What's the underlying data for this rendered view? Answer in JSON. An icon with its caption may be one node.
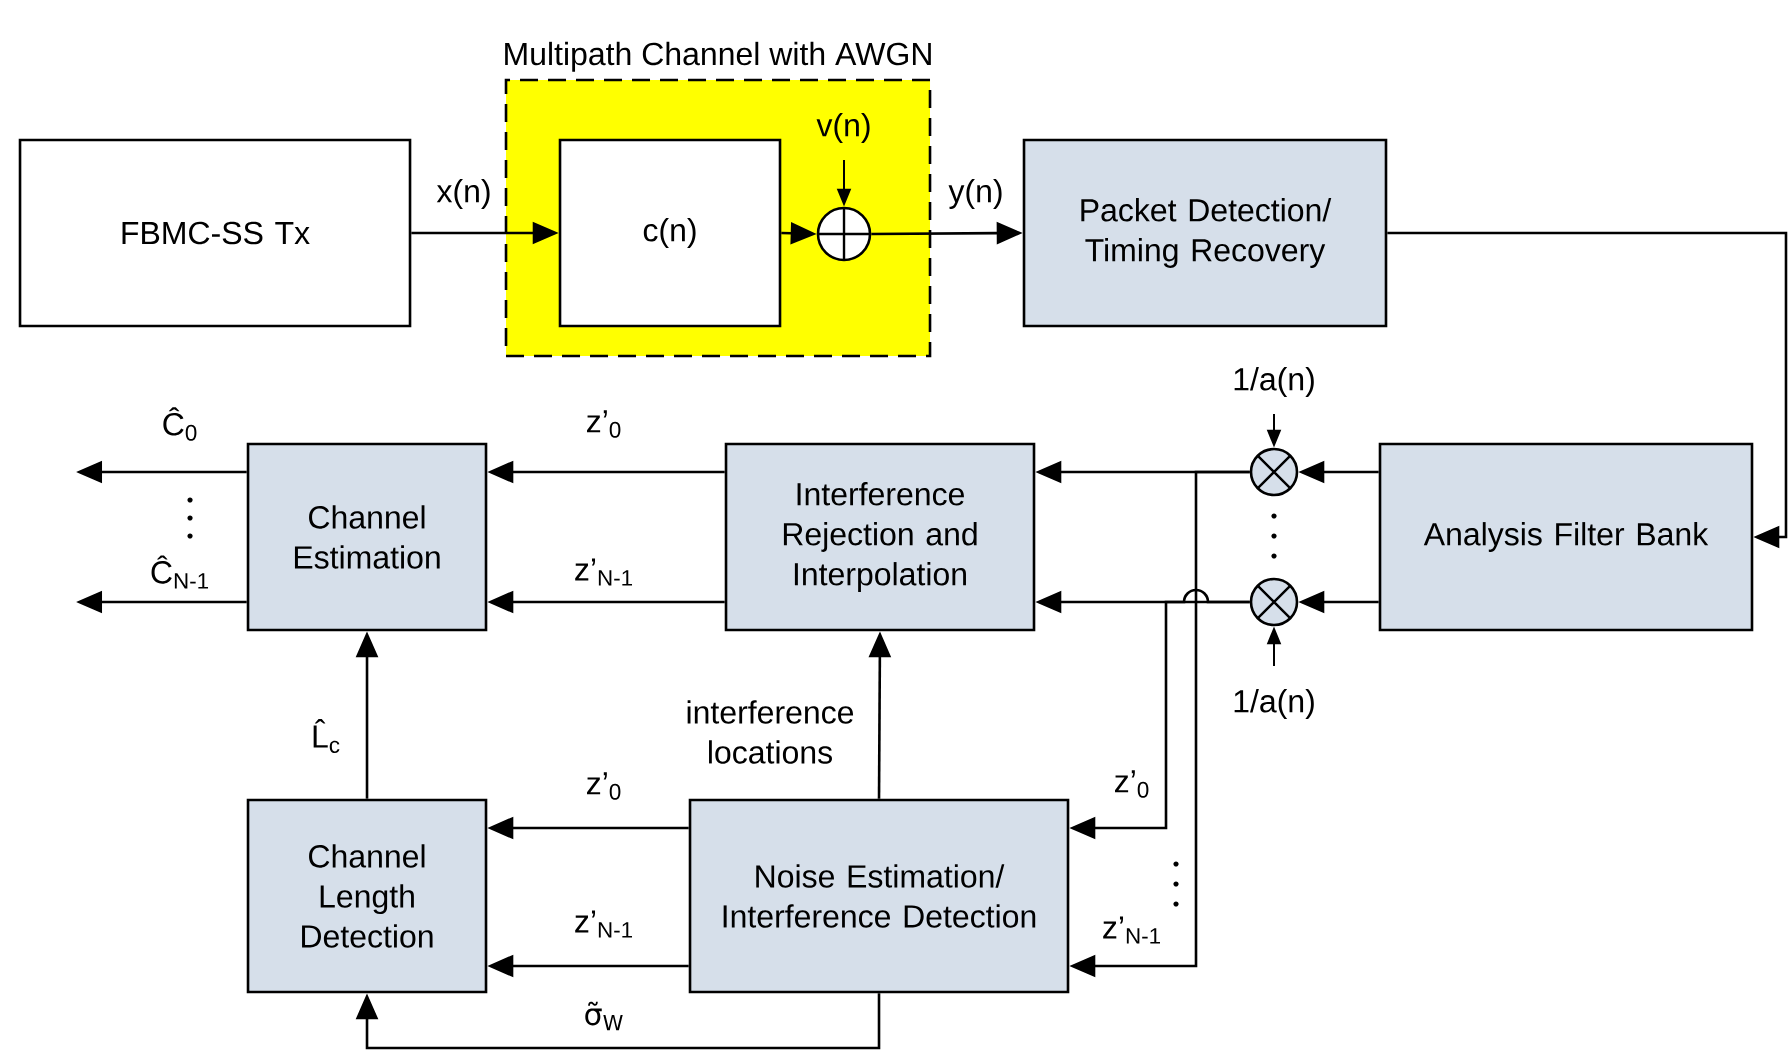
{
  "diagram": {
    "nodes": [
      {
        "text": [
          "FBMC-SS Tx"
        ]
      },
      {
        "text": [
          "Multipath Channel with AWGN"
        ]
      },
      {
        "text": [
          "c(n)"
        ],
        "in": 1
      },
      {
        "text": [],
        "shape": "circle",
        "in": 1
      },
      {
        "text": [
          "Packet Detection/ Timing Recovery"
        ]
      },
      {
        "text": [
          "Channel Estimation"
        ]
      },
      {
        "text": [
          "Interference Rejection and Interpolation"
        ]
      },
      {
        "text": [],
        "shape": "circle"
      },
      {
        "text": [],
        "shape": "circle"
      },
      {
        "text": [
          "Analysis Filter Bank"
        ]
      },
      {
        "text": [
          "Channel Length Detection"
        ]
      },
      {
        "text": [
          "Noise Estimation/ Interference Detection"
        ]
      }
    ],
    "edges": [
      {
        "from": 0,
        "to": 2,
        "arrow": "to",
        "label": "x(n)"
      },
      {
        "from": 2,
        "to": 3,
        "arrow": "to"
      },
      {
        "from": null,
        "to": 3,
        "arrow": "to",
        "label": "v(n)"
      },
      {
        "from": 3,
        "to": 4,
        "arrow": "to",
        "label": "y(n)"
      },
      {
        "from": 4,
        "to": 9,
        "arrow": "to"
      },
      {
        "from": 9,
        "to": 7,
        "arrow": "to"
      },
      {
        "from": 9,
        "to": 8,
        "arrow": "to"
      },
      {
        "from": null,
        "to": 7,
        "arrow": "to",
        "label": "1/a(n)"
      },
      {
        "from": null,
        "to": 8,
        "arrow": "to",
        "label": "1/a(n)"
      },
      {
        "from": 7,
        "to": 6,
        "arrow": "to"
      },
      {
        "from": 8,
        "to": 6,
        "arrow": "to"
      },
      {
        "from": 6,
        "to": 5,
        "arrow": "to",
        "label": "z’$_{0}$"
      },
      {
        "from": 6,
        "to": 5,
        "arrow": "to",
        "label": "z’$_{N-1}$"
      },
      {
        "from": 5,
        "to": null,
        "arrow": "to",
        "label": "Ĉ$_{0}$"
      },
      {
        "from": 5,
        "to": null,
        "arrow": "to",
        "label": "Ĉ$_{N-1}$"
      },
      {
        "from": 8,
        "to": 11,
        "arrow": "to",
        "label": "z’$_{0}$"
      },
      {
        "from": 7,
        "to": 11,
        "arrow": "to",
        "label": "z’$_{N-1}$"
      },
      {
        "from": 11,
        "to": 6,
        "arrow": "to",
        "label": "interference locations"
      },
      {
        "from": 11,
        "to": 10,
        "arrow": "to",
        "label": "z’$_{0}$"
      },
      {
        "from": 11,
        "to": 10,
        "arrow": "to",
        "label": "z’$_{N-1}$"
      },
      {
        "from": 10,
        "to": 5,
        "arrow": "to",
        "label": "L̂$_{c}$"
      },
      {
        "from": 11,
        "to": 10,
        "arrow": "to",
        "label": "σ̃$_{W}$"
      }
    ]
  }
}
